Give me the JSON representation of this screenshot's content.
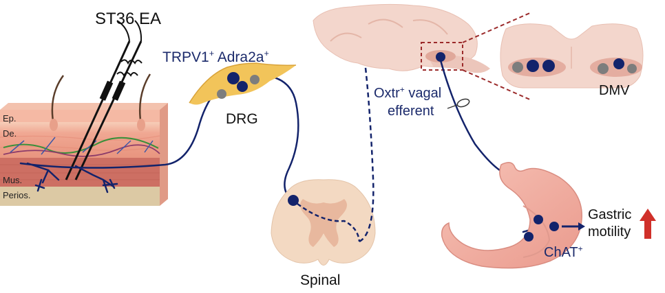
{
  "labels": {
    "ea": "ST36 EA",
    "trpv1": "TRPV1",
    "adra2a": "Adra2a",
    "plus": "+",
    "drg": "DRG",
    "spinal": "Spinal",
    "oxtr_line1_a": "Oxtr",
    "oxtr_line1_b": " vagal",
    "oxtr_line2": "efferent",
    "dmv": "DMV",
    "gastric": "Gastric",
    "motility": "motility",
    "chat": "ChAT"
  },
  "layers": [
    "Ep.",
    "De.",
    "Mus.",
    "Perios."
  ],
  "colors": {
    "neuron": "#13236b",
    "arrow_up": "#d0302a",
    "box_dash": "#9b2a2a",
    "brain": "#f3d6cc",
    "stomach": "#f2b3a8",
    "spinal": "#f3d9c2",
    "drg": "#f2c45a",
    "gray_cell": "#7d7d7d"
  },
  "icons": [
    "needle-icon",
    "hair-icon",
    "up-arrow-icon",
    "right-arrow-icon"
  ]
}
